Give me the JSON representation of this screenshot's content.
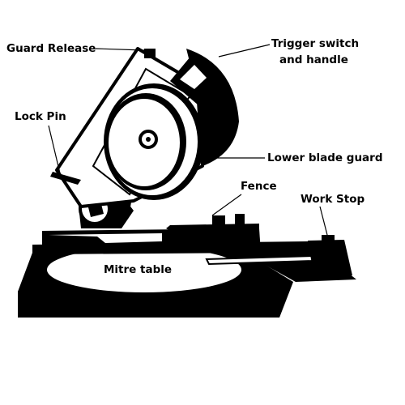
{
  "labels": {
    "guard_release": "Guard Release",
    "trigger_switch_line1": "Trigger switch",
    "trigger_switch_line2": "and handle",
    "lock_pin": "Lock Pin",
    "lower_blade_guard": "Lower blade guard",
    "fence": "Fence",
    "work_stop": "Work Stop",
    "mitre_table": "Mitre table"
  },
  "colors": {
    "ink": "#000000",
    "paper": "#ffffff"
  }
}
